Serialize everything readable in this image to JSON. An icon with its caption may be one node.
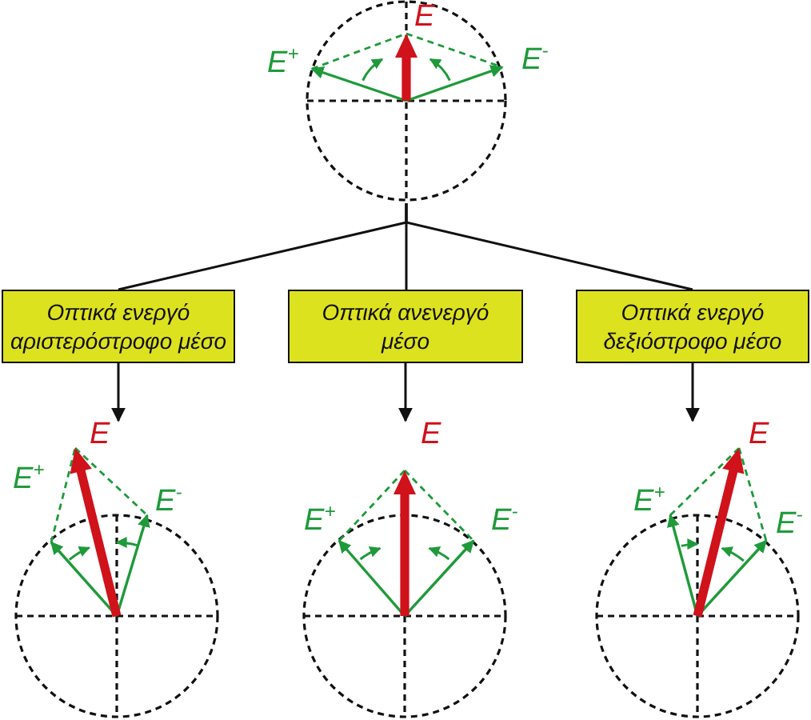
{
  "diagram": {
    "nodes": [
      {
        "text": [
          "E",
          "E$^{+}$",
          "E$^{-}$"
        ]
      },
      {
        "text": [
          "Οπτικά ενεργό αριστερόστροφο μέσο"
        ]
      },
      {
        "text": [
          "Οπτικά ανενεργό μέσο"
        ]
      },
      {
        "text": [
          "Οπτικά ενεργό δεξιόστροφο μέσο"
        ]
      },
      {
        "text": [
          "E",
          "E$^{+}$",
          "E$^{-}$"
        ]
      },
      {
        "text": [
          "E",
          "E$^{+}$",
          "E$^{-}$"
        ]
      },
      {
        "text": [
          "E",
          "E$^{+}$",
          "E$^{-}$"
        ]
      }
    ],
    "edges": [
      {
        "from": 0,
        "to": 1,
        "arrow": "none"
      },
      {
        "from": 0,
        "to": 2,
        "arrow": "none"
      },
      {
        "from": 0,
        "to": 3,
        "arrow": "none"
      },
      {
        "from": 1,
        "to": 4,
        "arrow": "to"
      },
      {
        "from": 2,
        "to": 5,
        "arrow": "to"
      },
      {
        "from": 3,
        "to": 6,
        "arrow": "to"
      }
    ]
  }
}
